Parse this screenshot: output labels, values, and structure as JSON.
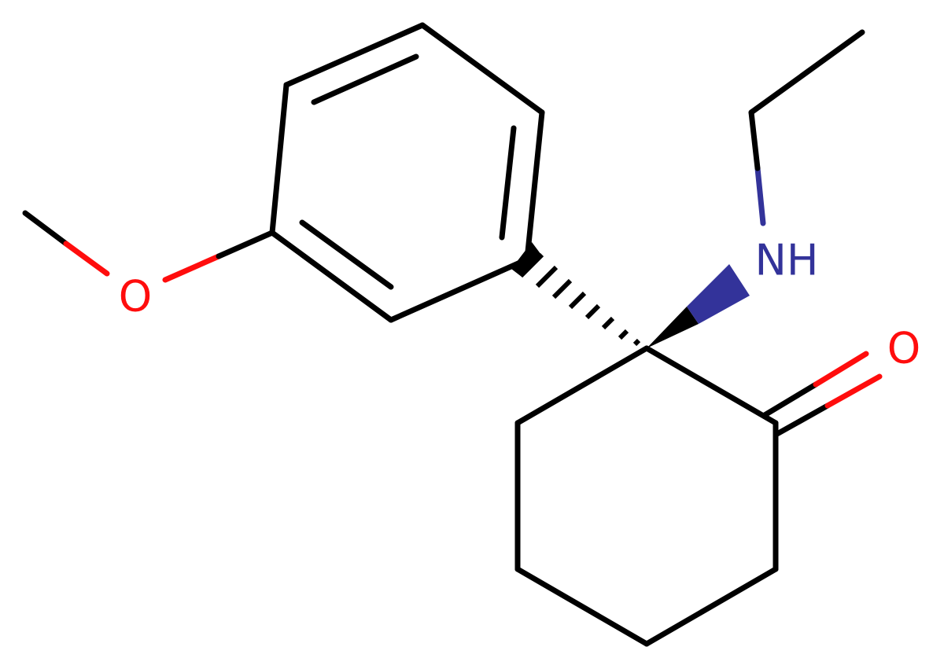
{
  "molecule": {
    "atoms": {
      "methoxy_oxygen": {
        "symbol": "O",
        "element": "oxygen"
      },
      "amine_nitrogen": {
        "symbol": "NH",
        "element": "nitrogen"
      },
      "ketone_oxygen": {
        "symbol": "O",
        "element": "oxygen"
      }
    }
  },
  "colors": {
    "carbon_bond": "#000000",
    "oxygen": "#ff0d0d",
    "nitrogen": "#33339a",
    "background": "#ffffff"
  }
}
